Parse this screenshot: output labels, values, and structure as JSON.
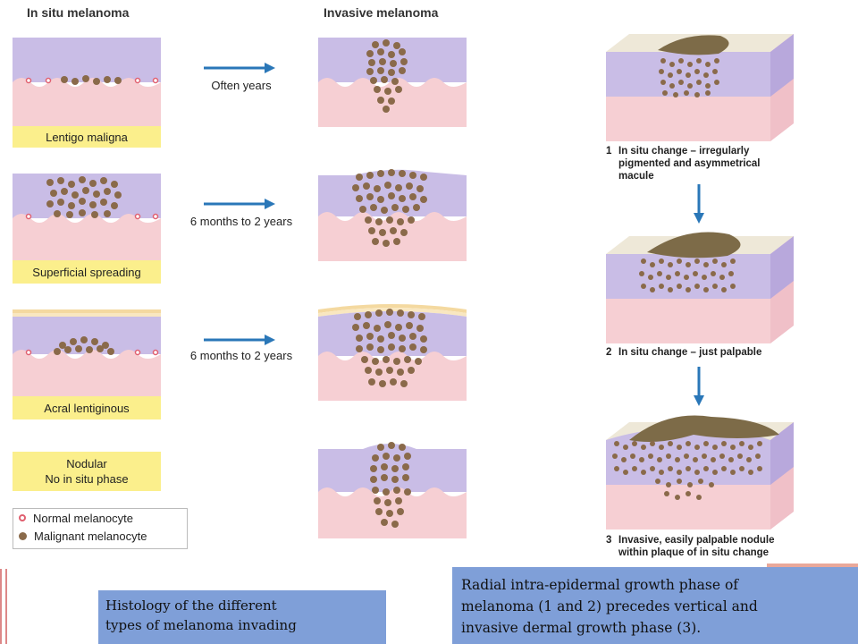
{
  "headers": {
    "in_situ": "In situ melanoma",
    "invasive": "Invasive melanoma"
  },
  "rows": [
    {
      "label_lines": [
        "Lentigo maligna"
      ],
      "timing": "Often years"
    },
    {
      "label_lines": [
        "Superficial spreading"
      ],
      "timing": "6 months to 2 years"
    },
    {
      "label_lines": [
        "Acral lentiginous"
      ],
      "timing": "6 months to 2 years"
    },
    {
      "label_lines": [
        "Nodular",
        "No in situ phase"
      ],
      "timing": ""
    }
  ],
  "legend": {
    "normal": "Normal melanocyte",
    "malignant": "Malignant melanocyte"
  },
  "steps": [
    {
      "num": "1",
      "lines": [
        "In situ change – irregularly",
        "pigmented and asymmetrical",
        "macule"
      ]
    },
    {
      "num": "2",
      "lines": [
        "In situ change – just palpable"
      ]
    },
    {
      "num": "3",
      "lines": [
        "Invasive, easily palpable nodule",
        "within plaque of in situ change"
      ]
    }
  ],
  "captions": {
    "left": [
      "Histology of the different",
      "types of melanoma invading"
    ],
    "right": [
      "Radial intra-epidermal growth phase of",
      "melanoma (1 and 2) precedes vertical and",
      "invasive dermal growth phase (3)."
    ]
  },
  "colors": {
    "epidermis": "#c9bde6",
    "dermis": "#f6cfd3",
    "label_bg": "#fbef8c",
    "arrow": "#2a77b8",
    "caption_bg": "#7f9fd8",
    "melanocyte": "#8a6a4a"
  }
}
